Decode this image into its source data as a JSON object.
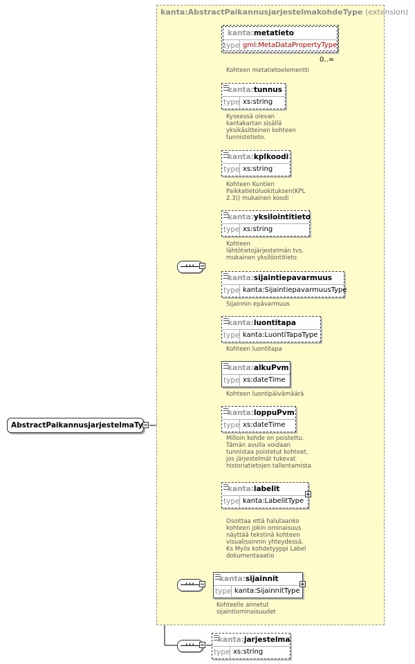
{
  "extension": {
    "prefix": "kanta:",
    "name": "AbstractPaikannusjarjestelmakohdeType",
    "suffix": "(extension)"
  },
  "root": {
    "label": "AbstractPaikannusjarjestelmaTy..."
  },
  "type_key": "type",
  "elements": [
    {
      "prefix": "kanta:",
      "name": "metatieto",
      "type": "gml:MetaDataPropertyType",
      "cardinality": "0..∞",
      "doc": [
        "Kohteen metatietoelementti"
      ]
    },
    {
      "prefix": "kanta:",
      "name": "tunnus",
      "type": "xs:string",
      "doc": [
        "Kyseessä olevan",
        "kantakartan sisällä",
        "yksikäsitteinen kohteen",
        "tunnistetieto."
      ]
    },
    {
      "prefix": "kanta:",
      "name": "kplkoodi",
      "type": "xs:string",
      "doc": [
        "Kohteen Kuntien",
        "Paikkatietoluokituksen(KPL",
        "2.3)) mukainen koodi"
      ]
    },
    {
      "prefix": "kanta:",
      "name": "yksilointitieto",
      "type": "xs:string",
      "doc": [
        "Kohteen",
        "lähtötietojärjestelmän  tvs.",
        "mukainen yksilöintitieto"
      ]
    },
    {
      "prefix": "kanta:",
      "name": "sijaintiepavarmuus",
      "type": "kanta:SijaintiepavarmuusType",
      "doc": [
        "Sijainnin epävarmuus"
      ]
    },
    {
      "prefix": "kanta:",
      "name": "luontitapa",
      "type": "kanta:LuontiTapaType",
      "doc": [
        "Kohteen luontitapa"
      ]
    },
    {
      "prefix": "kanta:",
      "name": "alkuPvm",
      "type": "xs:dateTime",
      "doc": [
        "Kohteen luontipäivämäärä"
      ]
    },
    {
      "prefix": "kanta:",
      "name": "loppuPvm",
      "type": "xs:dateTime",
      "doc": [
        "Milloin kohde on poistettu.",
        "Tämän avulla voidaan",
        "tunnistaa poistetut kohteet,",
        "jos järjestelmät tukevat",
        "historiatietojen tallentamista"
      ]
    },
    {
      "prefix": "kanta:",
      "name": "labelit",
      "type": "kanta:LabelitType",
      "doc": [
        "Osoittaa että halutaanko",
        "kohteen jokin ominaisuus",
        "näyttää tekstinä kohteen",
        "visualisoinnin yhteydessä.",
        " Ks Myös kohdetyyppi Label",
        "dokumentaaatio"
      ]
    },
    {
      "prefix": "kanta:",
      "name": "sijainnit",
      "type": "kanta:SijainnitType",
      "doc": [
        "Kohteelle annetut",
        "sijaintiominaisuudet"
      ]
    },
    {
      "prefix": "kanta:",
      "name": "jarjestelma",
      "type": "xs:string",
      "doc": []
    }
  ]
}
